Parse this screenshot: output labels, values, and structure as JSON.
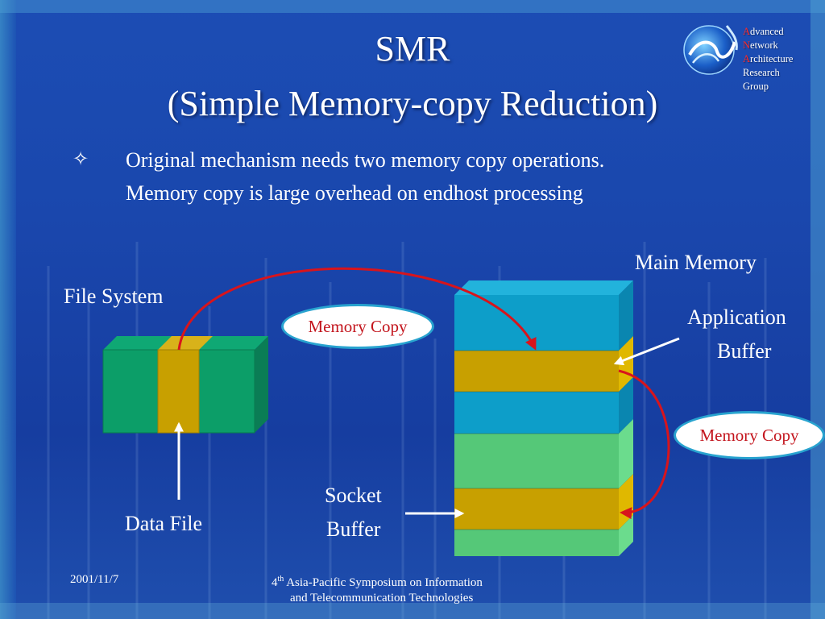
{
  "slide": {
    "title": "SMR",
    "subtitle": "(Simple Memory-copy Reduction)"
  },
  "logo": {
    "line1_initial": "A",
    "line1_rest": "dvanced",
    "line2_initial": "N",
    "line2_rest": "etwork",
    "line3_initial": "A",
    "line3_rest": "rchitecture",
    "line4": "Research",
    "line5": "Group"
  },
  "bullet": {
    "icon": "four-pointed-star-outline-icon",
    "line1": "Original mechanism needs two memory copy operations.",
    "line2": "Memory copy is large overhead on endhost processing"
  },
  "diagram": {
    "file_system_label": "File System",
    "data_file_label": "Data File",
    "main_memory_label": "Main Memory",
    "application_buffer_label_1": "Application",
    "application_buffer_label_2": "Buffer",
    "socket_buffer_label_1": "Socket",
    "socket_buffer_label_2": "Buffer",
    "memory_copy_label_1": "Memory Copy",
    "memory_copy_label_2": "Memory Copy"
  },
  "footer": {
    "date": "2001/11/7",
    "conference_ordinal": "4",
    "conference_ordinal_suffix": "th",
    "conference_line1_rest": " Asia-Pacific Symposium on Information",
    "conference_line2": "and Telecommunication Technologies"
  },
  "colors": {
    "background": "#1a47b0",
    "red_arrow": "#d8141c",
    "bubble_border": "#28a3cf",
    "bubble_text": "#c3141c",
    "cyan_block": "#0d9ec9",
    "gold_block": "#c8a000",
    "green_block": "#55c878",
    "teal_block": "#0c9e68"
  }
}
